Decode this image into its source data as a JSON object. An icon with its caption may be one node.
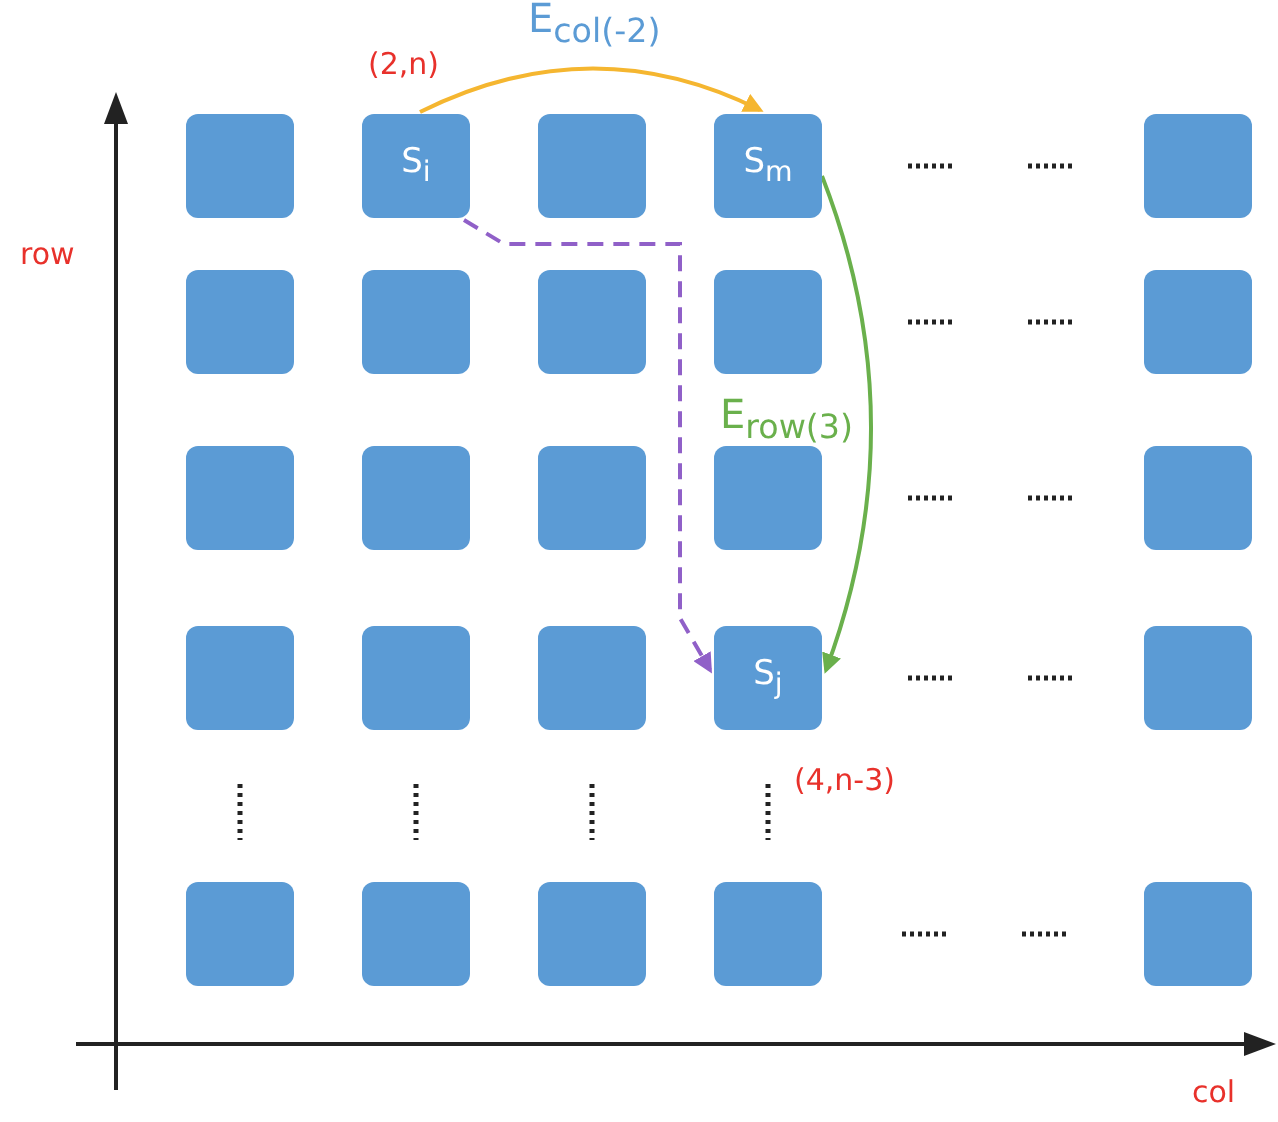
{
  "diagram": {
    "nodes": [
      {
        "text": [],
        "shape": "box"
      },
      {
        "text": [
          "S$_{i}$"
        ]
      },
      {
        "text": [],
        "shape": "box"
      },
      {
        "text": [
          "S$_{m}$"
        ]
      },
      {
        "text": [],
        "shape": "box"
      },
      {
        "text": [],
        "shape": "box"
      },
      {
        "text": [],
        "shape": "box"
      },
      {
        "text": [],
        "shape": "box"
      },
      {
        "text": [],
        "shape": "box"
      },
      {
        "text": [],
        "shape": "box"
      },
      {
        "text": [],
        "shape": "box"
      },
      {
        "text": [],
        "shape": "box"
      },
      {
        "text": [],
        "shape": "box"
      },
      {
        "text": [],
        "shape": "box"
      },
      {
        "text": [],
        "shape": "box"
      },
      {
        "text": [],
        "shape": "box"
      },
      {
        "text": [],
        "shape": "box"
      },
      {
        "text": [],
        "shape": "box"
      },
      {
        "text": [
          "S$_{j}$"
        ]
      },
      {
        "text": [],
        "shape": "box"
      },
      {
        "text": [],
        "shape": "box"
      },
      {
        "text": [],
        "shape": "box"
      },
      {
        "text": [],
        "shape": "box"
      },
      {
        "text": [],
        "shape": "box"
      },
      {
        "text": [],
        "shape": "box"
      }
    ],
    "edges": [
      {
        "from": 1,
        "to": 3,
        "arrow": "to",
        "label": "E$_{col(-2)}$",
        "color": "#f5b630"
      },
      {
        "from": 3,
        "to": 18,
        "arrow": "to",
        "label": "E$_{row(3)}$",
        "color": "#6ab04c"
      },
      {
        "from": 1,
        "to": 18,
        "arrow": "to",
        "style": "dashed",
        "color": "#9060c8"
      }
    ],
    "labels": [
      "(2,n)",
      "row",
      "(4,n-3)",
      "col"
    ]
  }
}
